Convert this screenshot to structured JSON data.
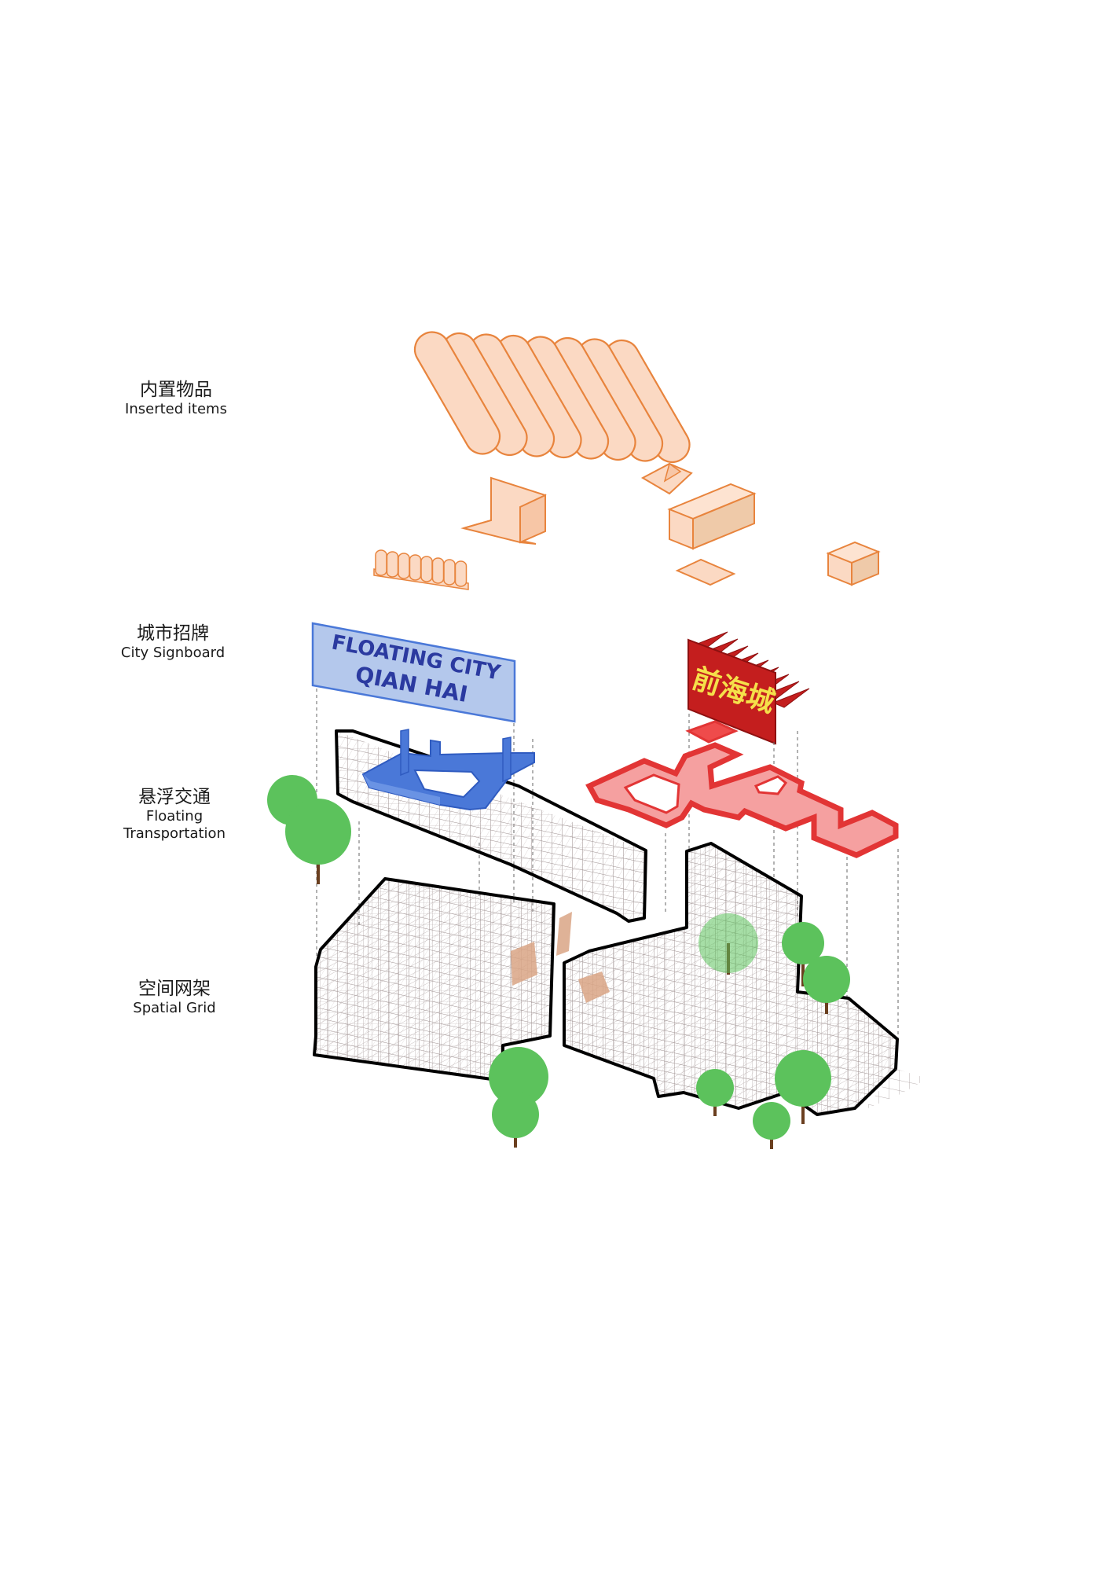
{
  "layers": [
    {
      "zh": "内置物品",
      "en": "Inserted items"
    },
    {
      "zh": "城市招牌",
      "en": "City Signboard"
    },
    {
      "zh": "悬浮交通",
      "en": "Floating Transportation"
    },
    {
      "zh": "空间网架",
      "en": "Spatial Grid"
    }
  ],
  "signboards": {
    "blue_line1": "FLOATING CITY",
    "blue_line2": "QIAN HAI",
    "red_text": "前海城"
  },
  "colors": {
    "inserted_fill": "#fbd9c3",
    "inserted_stroke": "#e8843d",
    "blue_sign": "#b4c8ec",
    "blue_text": "#2b3aa0",
    "blue_transport": "#4a78d8",
    "red_sign": "#c41e1e",
    "red_text": "#f5e04a",
    "red_transport": "#ef4b4b",
    "grid": "#9c8f8f",
    "tree": "#5cc25c",
    "trunk": "#6a3f1f"
  }
}
